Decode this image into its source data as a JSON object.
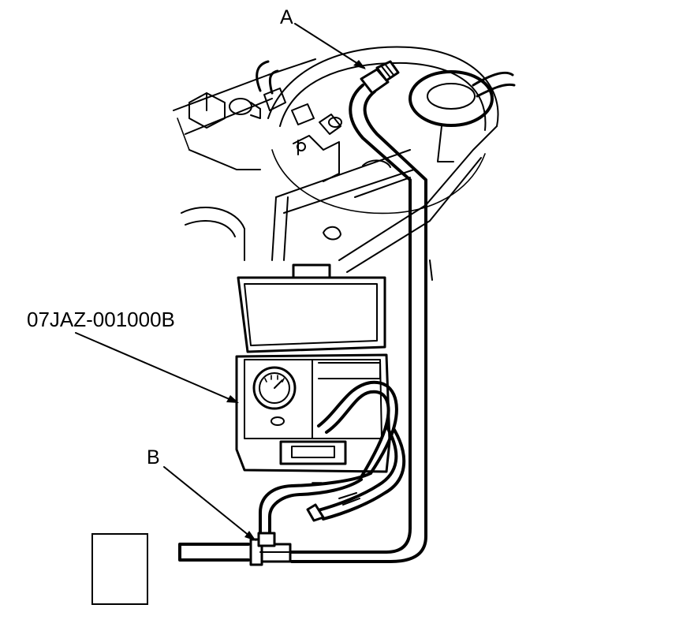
{
  "labels": {
    "callout_a": "A",
    "callout_b": "B",
    "tool_number": "07JAZ-001000B"
  },
  "colors": {
    "ink": "#000000",
    "background": "#ffffff"
  },
  "icons": {
    "tester": "pressure-tester-case-icon",
    "gauge": "pressure-gauge-icon",
    "legend": "blank-box-icon"
  }
}
